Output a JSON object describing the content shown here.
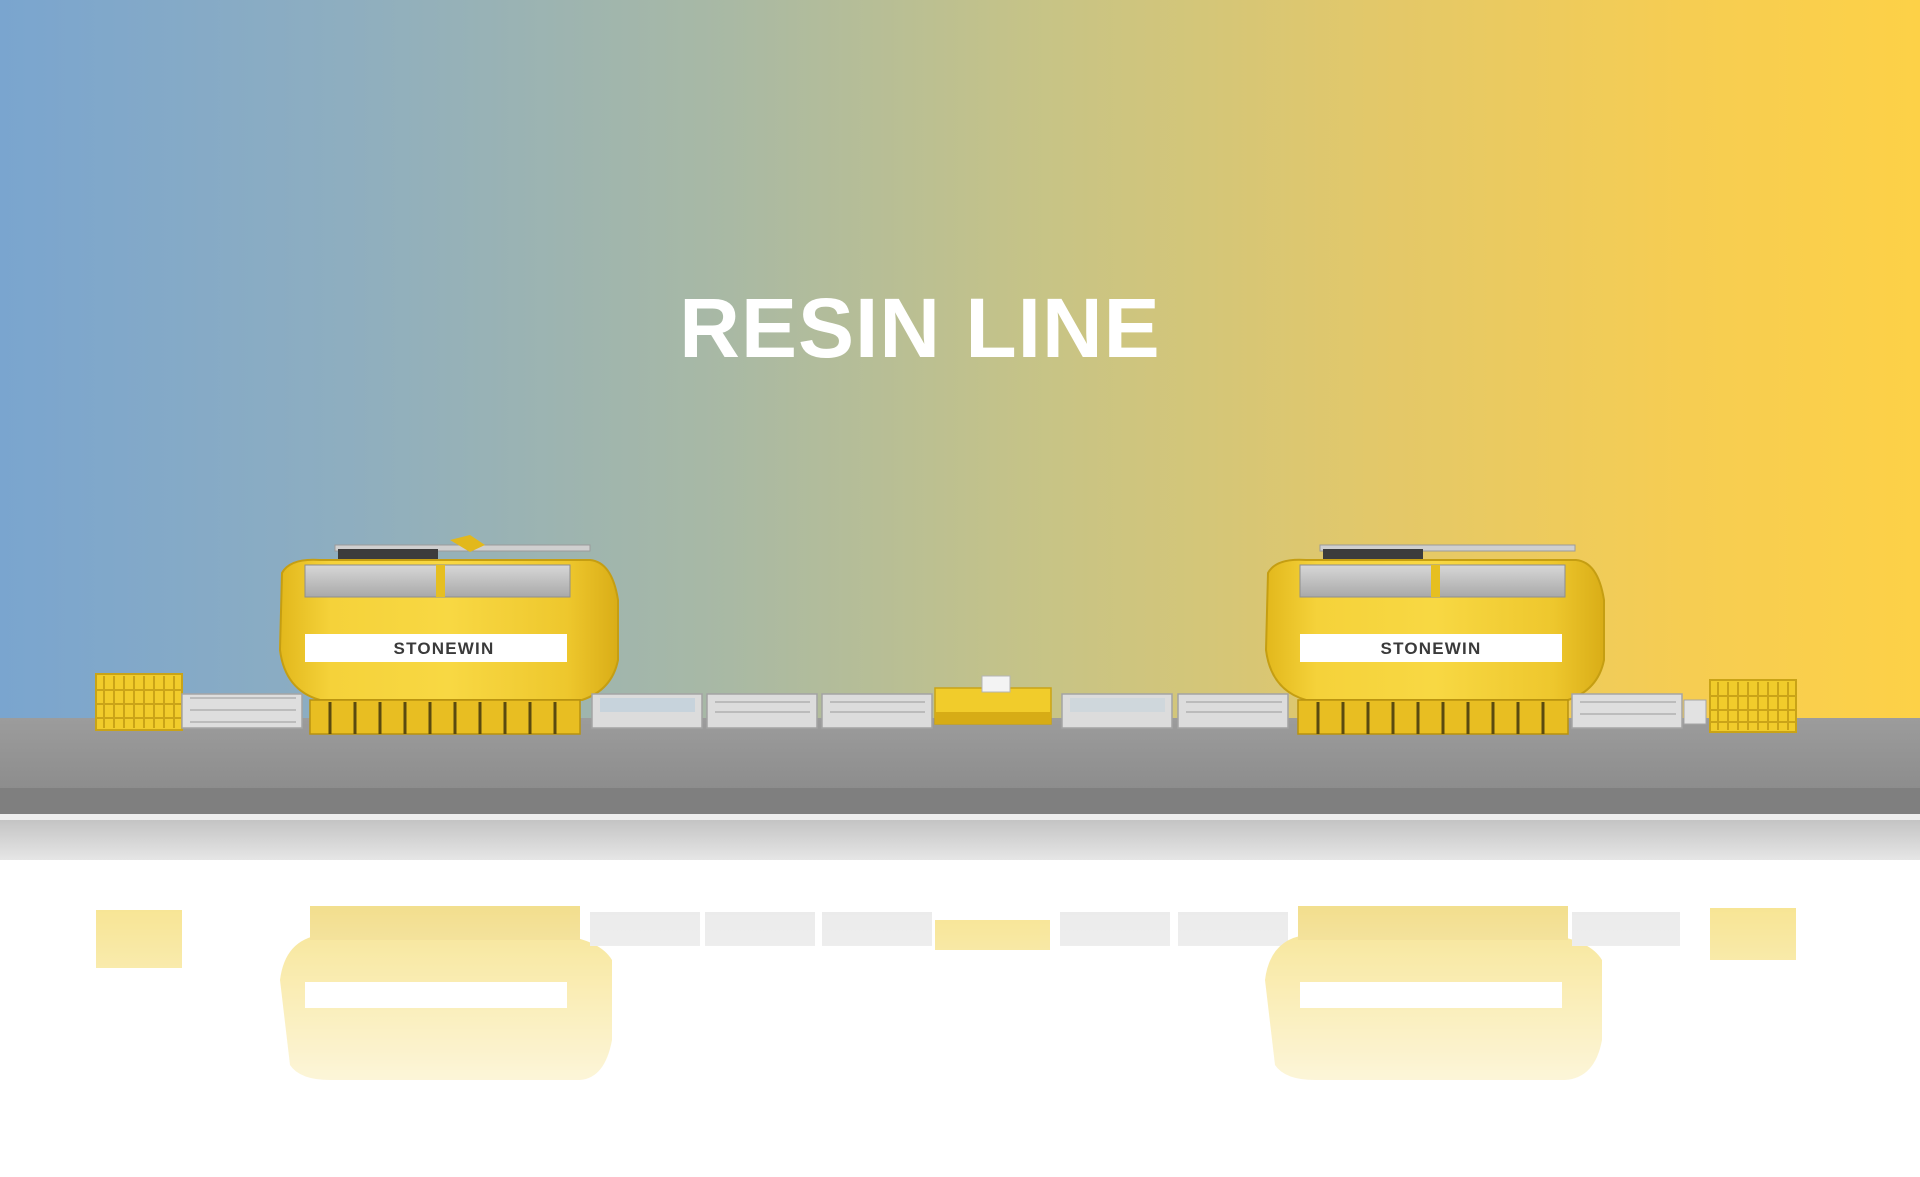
{
  "hero": {
    "title": "RESIN LINE"
  },
  "machines": [
    {
      "brand": "STONEWIN"
    },
    {
      "brand": "STONEWIN"
    }
  ],
  "colors": {
    "gradient_left": "#7aa5cf",
    "gradient_right": "#fdd147",
    "machine_yellow": "#f1cc2b",
    "floor_gray": "#9c9c9c",
    "title_white": "#ffffff"
  }
}
